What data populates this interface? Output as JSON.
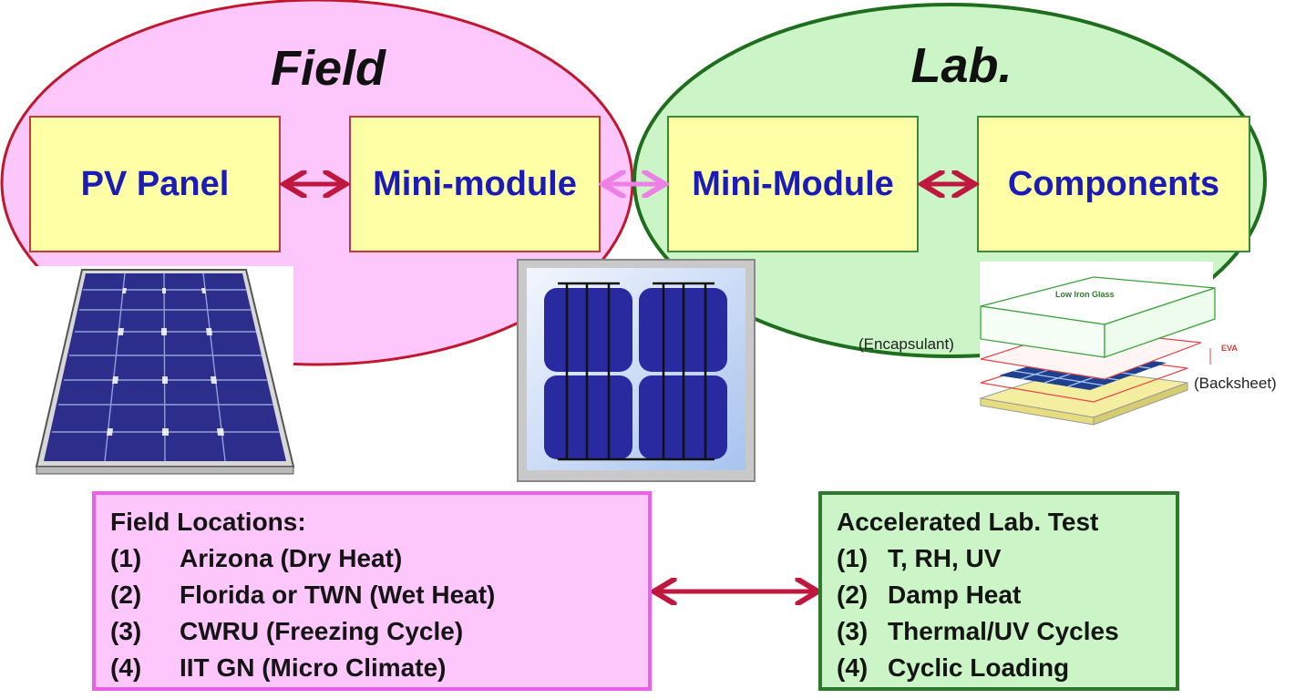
{
  "field": {
    "heading": "Field",
    "pv_panel": "PV Panel",
    "mini_module": "Mini-module"
  },
  "lab": {
    "heading": "Lab.",
    "mini_module": "Mini-Module",
    "components": "Components"
  },
  "components_figure": {
    "glass_label": "Low Iron Glass",
    "eva_label": "EVA",
    "encapsulant_label": "(Encapsulant)",
    "backsheet_label": "(Backsheet)"
  },
  "field_locations": {
    "title": "Field Locations:",
    "items": [
      {
        "num": "(1)",
        "text": "Arizona (Dry Heat)"
      },
      {
        "num": "(2)",
        "text": "Florida or TWN (Wet Heat)"
      },
      {
        "num": "(3)",
        "text": "CWRU (Freezing Cycle)"
      },
      {
        "num": "(4)",
        "text": "IIT GN (Micro Climate)"
      }
    ]
  },
  "lab_tests": {
    "title": "Accelerated Lab. Test",
    "items": [
      {
        "num": "(1)",
        "text": "T, RH, UV"
      },
      {
        "num": "(2)",
        "text": "Damp Heat"
      },
      {
        "num": "(3)",
        "text": "Thermal/UV Cycles"
      },
      {
        "num": "(4)",
        "text": "Cyclic Loading"
      }
    ]
  },
  "colors": {
    "field_ellipse": "#fdc7fb",
    "lab_ellipse": "#cbf5c6",
    "box_fill": "#ffffa6",
    "box_text": "#1b1bb8",
    "arrow_red": "#c0173e",
    "arrow_pink": "#ee7fe6"
  }
}
